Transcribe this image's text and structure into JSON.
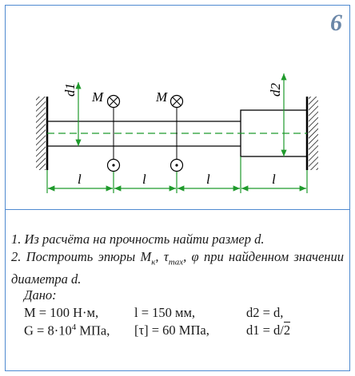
{
  "problem_number": "6",
  "diagram": {
    "label_M1": "M",
    "label_M2": "M",
    "label_d1": "d1",
    "label_d2": "d2",
    "segment_labels": [
      "l",
      "l",
      "l",
      "l"
    ]
  },
  "tasks": {
    "item1": "1.  Из расчёта на прочность найти размер d.",
    "item2_prefix": "2. Построить эпюры M",
    "item2_sub1": "к",
    "item2_mid": ", τ",
    "item2_sub2": "max",
    "item2_suffix": ", φ при найденном значении диаметра d."
  },
  "given": {
    "title": "Дано:",
    "M_val": "M = 100 Н·м,",
    "l_val": "l = 150 мм,",
    "d2_val": "d2 = d,",
    "G_prefix": "G = 8·10",
    "G_exp": "4",
    "G_suffix": " МПа,",
    "tau_val": "[τ] = 60 МПа,",
    "d1_prefix": "d1 = d/",
    "d1_sqrt": "2"
  }
}
